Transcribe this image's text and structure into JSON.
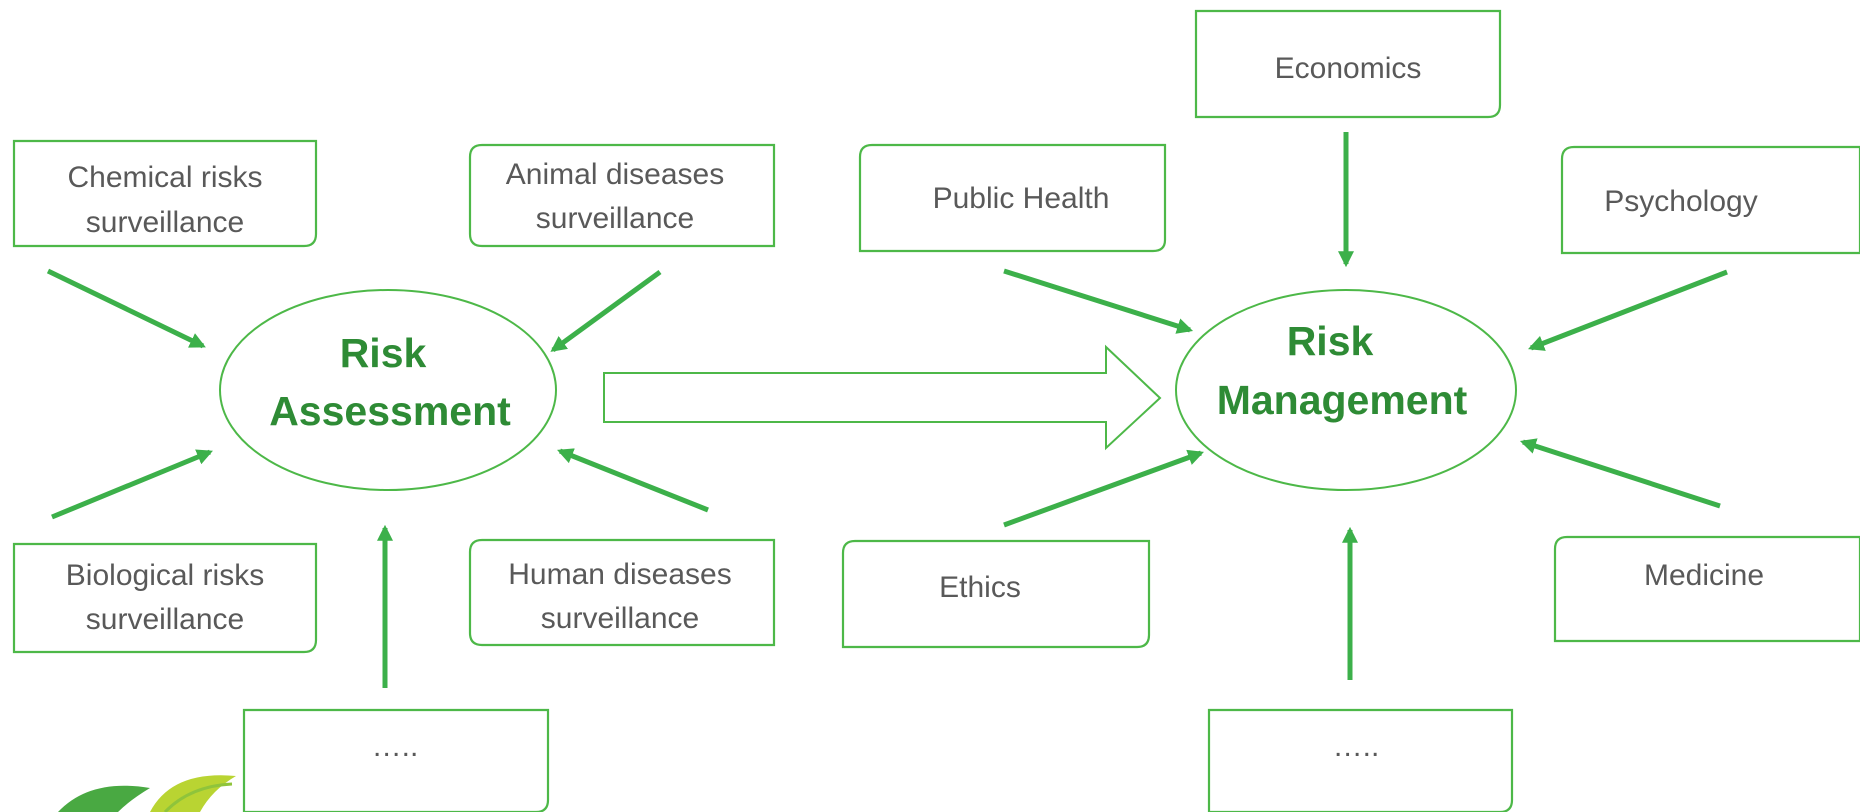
{
  "colors": {
    "accent_green": "#3cb04a",
    "title_green": "#2e8b35",
    "text_gray": "#595959"
  },
  "assessment": {
    "title_line1": "Risk",
    "title_line2": "Assessment",
    "inputs": {
      "chemical": [
        "Chemical risks",
        "surveillance"
      ],
      "animal": [
        "Animal diseases",
        "surveillance"
      ],
      "biological": [
        "Biological risks",
        "surveillance"
      ],
      "human": [
        "Human diseases",
        "surveillance"
      ],
      "more": "….."
    }
  },
  "management": {
    "title_line1": "Risk",
    "title_line2": "Management",
    "inputs": {
      "economics": "Economics",
      "public_health": "Public Health",
      "psychology": "Psychology",
      "ethics": "Ethics",
      "medicine": "Medicine",
      "more": "….."
    }
  },
  "logo_icon": "leaf-logo-icon"
}
